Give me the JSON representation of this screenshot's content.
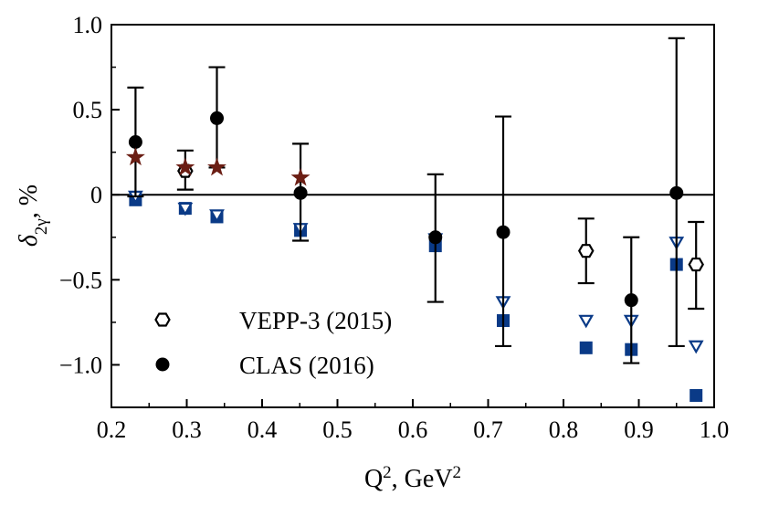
{
  "chart_data": {
    "type": "scatter",
    "title": "",
    "xlabel": {
      "base": "Q",
      "sup": "2",
      "sep": ", ",
      "unit_base": "GeV",
      "unit_sup": "2"
    },
    "ylabel": {
      "symbol": "δ",
      "sub": "2γ",
      "unit": ", %"
    },
    "xlim": [
      0.2,
      1.0
    ],
    "ylim": [
      -1.25,
      1.0
    ],
    "xticks": [
      0.2,
      0.3,
      0.4,
      0.5,
      0.6,
      0.7,
      0.8,
      0.9,
      1.0
    ],
    "xtick_labels": [
      "0.2",
      "0.3",
      "0.4",
      "0.5",
      "0.6",
      "0.7",
      "0.8",
      "0.9",
      "1.0"
    ],
    "yticks": [
      1.0,
      0.5,
      0,
      -0.5,
      -1.0
    ],
    "ytick_labels": [
      "1.0",
      "0.5",
      "0",
      "−0.5",
      "−1.0"
    ],
    "zero_line": true,
    "grid": false,
    "legend_position": "bottom-left",
    "legend": [
      {
        "label": "VEPP-3 (2015)",
        "marker": "hexagon-open"
      },
      {
        "label": "CLAS (2016)",
        "marker": "circle-filled"
      }
    ],
    "series": [
      {
        "name": "VEPP-3 (2015)",
        "marker": "hexagon-open",
        "color": "#000000",
        "points": [
          {
            "x": 0.298,
            "y": 0.14,
            "lo": 0.03,
            "hi": 0.26
          },
          {
            "x": 0.83,
            "y": -0.33,
            "lo": -0.52,
            "hi": -0.14
          },
          {
            "x": 0.976,
            "y": -0.41,
            "lo": -0.67,
            "hi": -0.16
          }
        ]
      },
      {
        "name": "CLAS (2016)",
        "marker": "circle-filled",
        "color": "#000000",
        "points": [
          {
            "x": 0.232,
            "y": 0.31,
            "lo": -0.01,
            "hi": 0.63
          },
          {
            "x": 0.34,
            "y": 0.45,
            "lo": 0.16,
            "hi": 0.75
          },
          {
            "x": 0.451,
            "y": 0.01,
            "lo": -0.27,
            "hi": 0.3
          },
          {
            "x": 0.63,
            "y": -0.25,
            "lo": -0.63,
            "hi": 0.12
          },
          {
            "x": 0.72,
            "y": -0.22,
            "lo": -0.89,
            "hi": 0.46
          },
          {
            "x": 0.89,
            "y": -0.62,
            "lo": -0.99,
            "hi": -0.25
          },
          {
            "x": 0.95,
            "y": 0.01,
            "lo": -0.89,
            "hi": 0.92
          }
        ]
      },
      {
        "marker": "star-filled",
        "color": "#6b1e14",
        "points": [
          {
            "x": 0.232,
            "y": 0.22
          },
          {
            "x": 0.298,
            "y": 0.16
          },
          {
            "x": 0.34,
            "y": 0.16
          },
          {
            "x": 0.451,
            "y": 0.1
          }
        ]
      },
      {
        "marker": "square-filled",
        "color": "#0a3a87",
        "points": [
          {
            "x": 0.232,
            "y": -0.03
          },
          {
            "x": 0.298,
            "y": -0.08
          },
          {
            "x": 0.34,
            "y": -0.13
          },
          {
            "x": 0.451,
            "y": -0.21
          },
          {
            "x": 0.63,
            "y": -0.3
          },
          {
            "x": 0.72,
            "y": -0.74
          },
          {
            "x": 0.83,
            "y": -0.9
          },
          {
            "x": 0.89,
            "y": -0.91
          },
          {
            "x": 0.95,
            "y": -0.41
          },
          {
            "x": 0.976,
            "y": -1.18
          }
        ]
      },
      {
        "marker": "triangle-down-open",
        "color": "#0a3a87",
        "points": [
          {
            "x": 0.232,
            "y": -0.01
          },
          {
            "x": 0.298,
            "y": -0.08
          },
          {
            "x": 0.34,
            "y": -0.12
          },
          {
            "x": 0.451,
            "y": -0.2
          },
          {
            "x": 0.63,
            "y": -0.26
          },
          {
            "x": 0.72,
            "y": -0.63
          },
          {
            "x": 0.83,
            "y": -0.74
          },
          {
            "x": 0.89,
            "y": -0.74
          },
          {
            "x": 0.95,
            "y": -0.28
          },
          {
            "x": 0.976,
            "y": -0.89
          }
        ]
      }
    ]
  }
}
